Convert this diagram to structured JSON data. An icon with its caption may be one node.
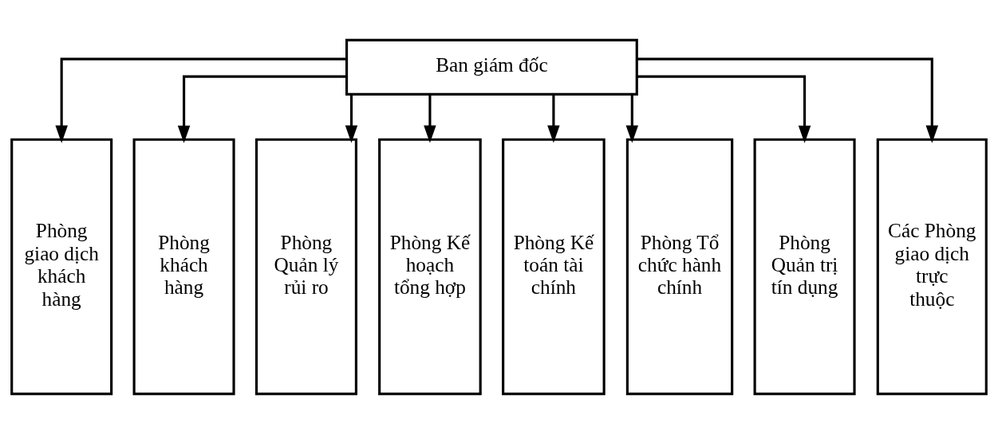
{
  "diagram": {
    "nodes": [
      {
        "text": [
          "Ban giám đốc"
        ]
      },
      {
        "text": [
          "Phòng giao dịch khách hàng"
        ]
      },
      {
        "text": [
          "Phòng khách hàng"
        ]
      },
      {
        "text": [
          "Phòng Quản lý rủi ro"
        ]
      },
      {
        "text": [
          "Phòng Kế hoạch tổng hợp"
        ]
      },
      {
        "text": [
          "Phòng Kế toán tài chính"
        ]
      },
      {
        "text": [
          "Phòng Tổ chức hành chính"
        ]
      },
      {
        "text": [
          "Phòng Quản trị tín dụng"
        ]
      },
      {
        "text": [
          "Các Phòng giao dịch trực thuộc"
        ]
      }
    ],
    "edges": [
      {
        "from": 0,
        "to": 1,
        "arrow": "to"
      },
      {
        "from": 0,
        "to": 2,
        "arrow": "to"
      },
      {
        "from": 0,
        "to": 3,
        "arrow": "to"
      },
      {
        "from": 0,
        "to": 4,
        "arrow": "to"
      },
      {
        "from": 0,
        "to": 5,
        "arrow": "to"
      },
      {
        "from": 0,
        "to": 6,
        "arrow": "to"
      },
      {
        "from": 0,
        "to": 7,
        "arrow": "to"
      },
      {
        "from": 0,
        "to": 8,
        "arrow": "to"
      }
    ]
  }
}
